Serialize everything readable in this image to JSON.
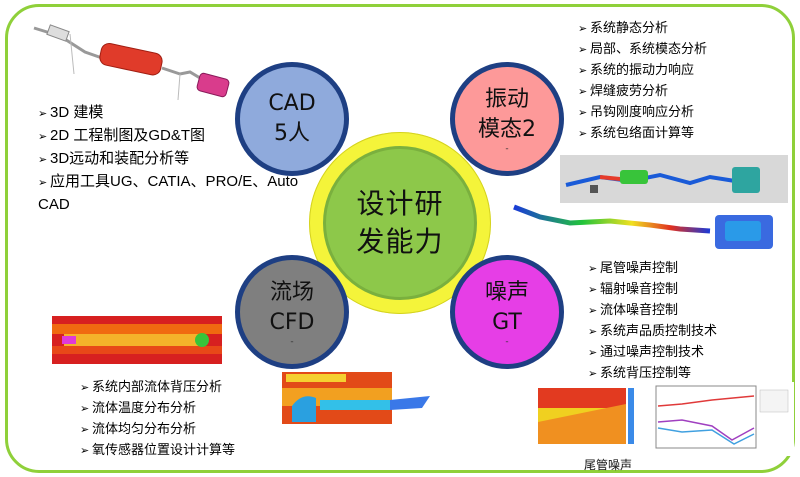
{
  "center": {
    "line1": "设计研",
    "line2": "发能力"
  },
  "cad": {
    "line1": "CAD",
    "line2": "5人",
    "dot": ""
  },
  "vibration": {
    "line1": "振动",
    "line2": "模态2",
    "dot": "-"
  },
  "flow": {
    "line1": "流场",
    "line2": "CFD",
    "dot": "-"
  },
  "noise": {
    "line1": "噪声",
    "line2": "GT",
    "dot": "-"
  },
  "cad_items": [
    "3D 建模",
    "2D 工程制图及GD&T图",
    "3D远动和装配分析等",
    "应用工具UG、CATIA、PRO/E、Auto CAD"
  ],
  "vibration_items": [
    "系统静态分析",
    "局部、系统模态分析",
    "系统的振动力响应",
    "焊缝疲劳分析",
    "吊钩刚度响应分析",
    "系统包络面计算等"
  ],
  "noise_items": [
    "尾管噪声控制",
    "辐射噪音控制",
    "流体噪音控制",
    "系统声品质控制技术",
    "通过噪声控制技术",
    "系统背压控制等"
  ],
  "flow_items": [
    "系统内部流体背压分析",
    "流体温度分布分析",
    "流体均匀分布分析",
    "氧传感器位置设计计算等"
  ],
  "noise_caption": "尾管噪声",
  "bullet_glyph": "➢",
  "colors": {
    "frame": "#8fd03a",
    "ring": "#f4f43a",
    "center": "#8dc84a",
    "cad": "#8faadc",
    "vibration": "#fd9999",
    "flow": "#7f7f7f",
    "noise": "#e63ee6",
    "circle_border": "#1e3f83"
  }
}
